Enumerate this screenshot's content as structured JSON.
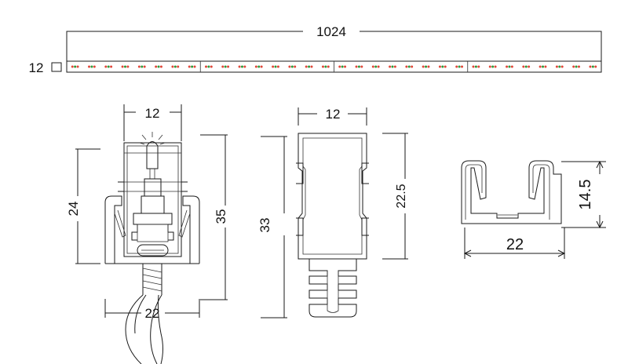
{
  "strip": {
    "length_label": "1024",
    "height_label": "12",
    "segments": 4,
    "led_groups_per_segment": 8,
    "led_colors": [
      "#e0473a",
      "#2e9b3a",
      "#e0473a"
    ]
  },
  "side_view": {
    "width_label": "12",
    "height_label": "24",
    "total_height_label": "35",
    "clip_width_label": "22"
  },
  "front_view": {
    "width_label": "12",
    "height_label": "22.5",
    "total_height_label": "33"
  },
  "profile_view": {
    "width_label": "22",
    "height_label": "14.5"
  }
}
